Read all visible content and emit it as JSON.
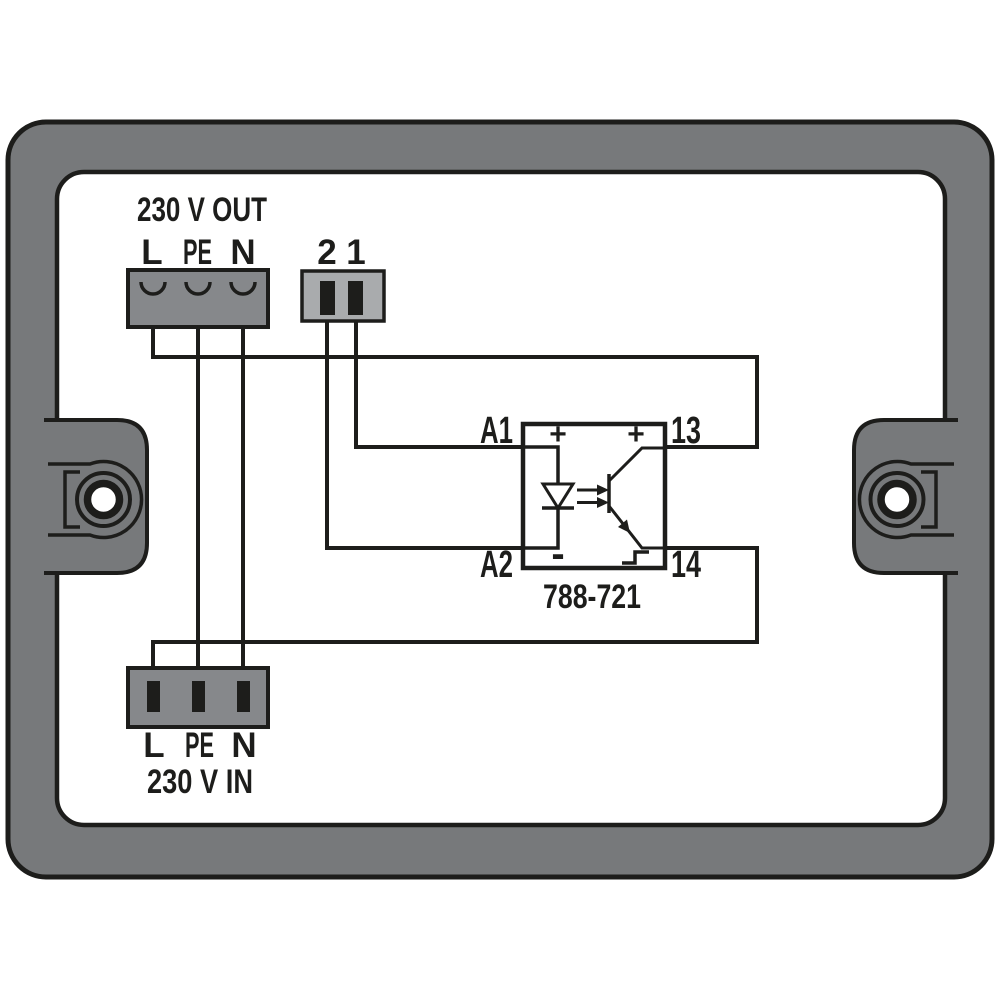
{
  "diagram": {
    "type": "wiring-diagram",
    "output_block": {
      "title": "230 V OUT",
      "terminals": [
        "L",
        "PE",
        "N"
      ]
    },
    "aux_block": {
      "terminals": [
        "2",
        "1"
      ]
    },
    "input_block": {
      "title": "230 V IN",
      "terminals": [
        "L",
        "PE",
        "N"
      ]
    },
    "relay": {
      "ref": "788-721",
      "terminal_a1": "A1",
      "terminal_a2": "A2",
      "terminal_13": "13",
      "terminal_14": "14",
      "polarity": {
        "plus_left": "+",
        "plus_right": "+",
        "minus_left": "-"
      }
    },
    "icons": {
      "screw_hole": "screw-hole-icon",
      "female_contact": "female-contact-icon",
      "male_pin": "male-pin-icon",
      "led": "led-diode-icon",
      "phototransistor": "phototransistor-icon",
      "light_emission": "light-arrows-icon",
      "switch_output": "switch-step-icon"
    },
    "colors": {
      "frame": "#77797b",
      "block_dark": "#86888b",
      "block_light": "#a9abad",
      "line": "#1d1d1b",
      "background": "#ffffff"
    }
  }
}
